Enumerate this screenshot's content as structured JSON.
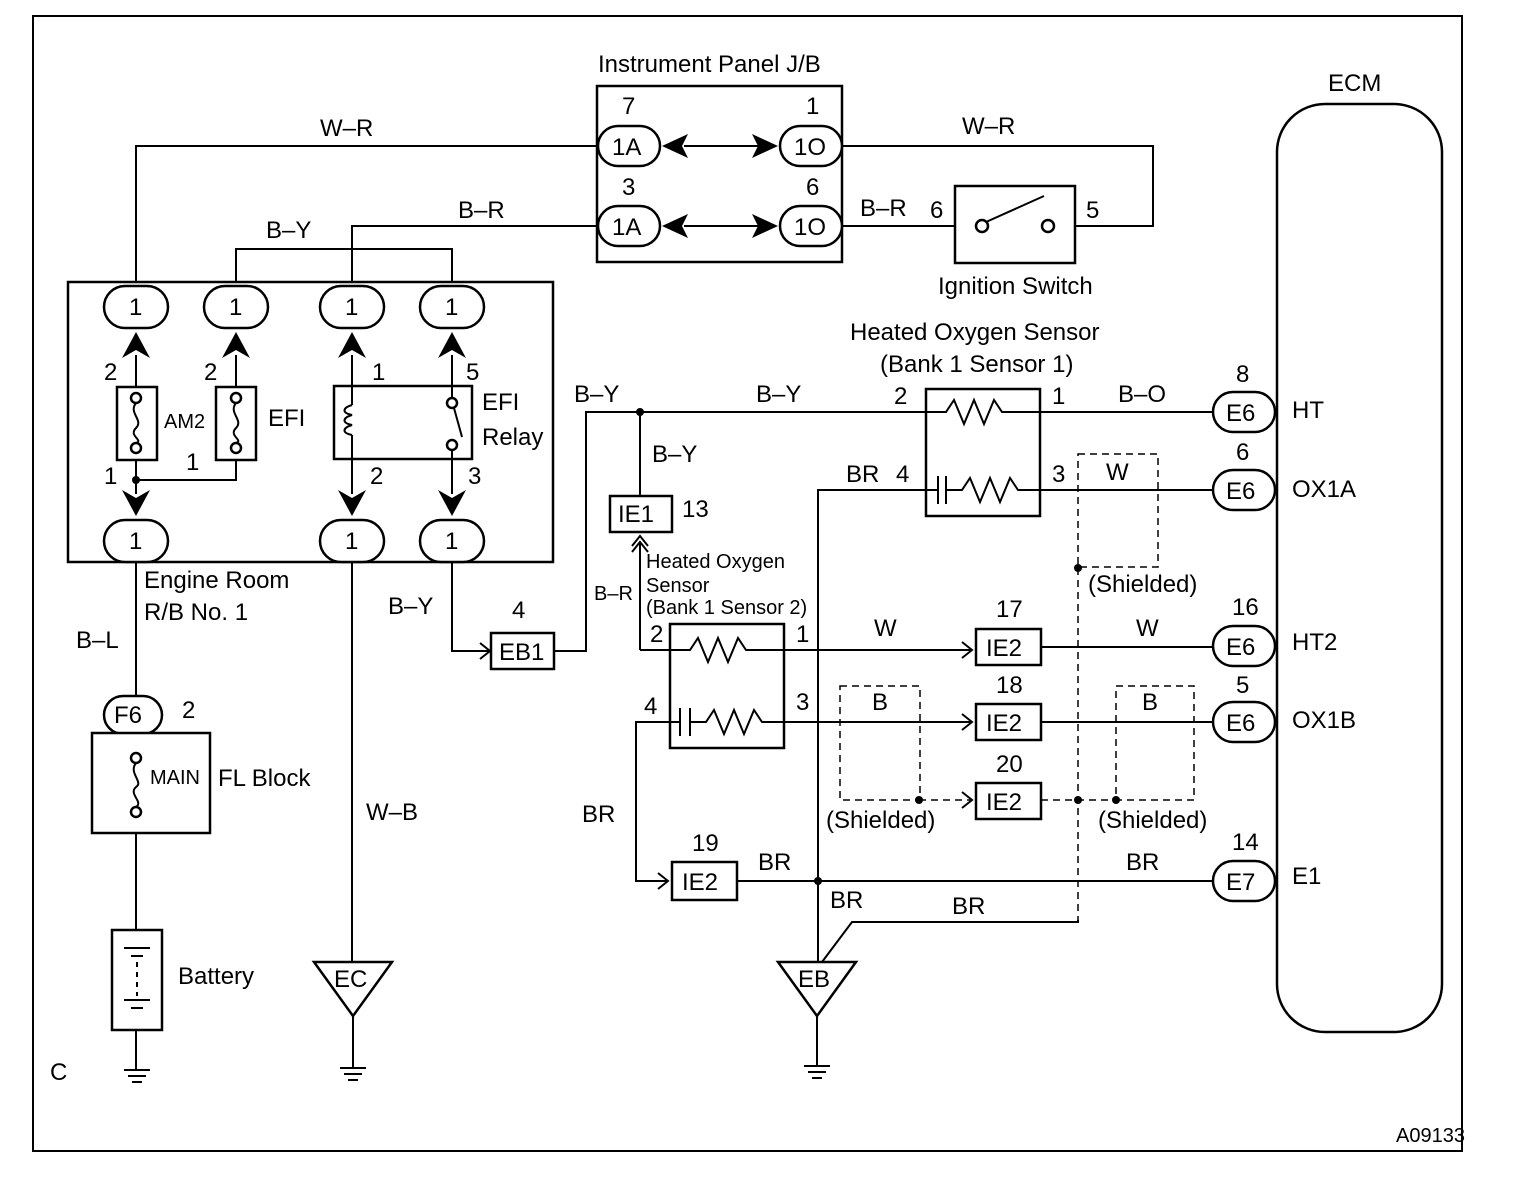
{
  "components": {
    "instrument_panel_jb": "Instrument Panel J/B",
    "ecm": "ECM",
    "ignition_switch": "Ignition Switch",
    "engine_room_rb_line1": "Engine Room",
    "engine_room_rb_line2": "R/B No. 1",
    "fl_block": "FL Block",
    "battery": "Battery",
    "efi_relay_line1": "EFI",
    "efi_relay_line2": "Relay",
    "sensor1_line1": "Heated Oxygen Sensor",
    "sensor1_line2": "(Bank 1 Sensor 1)",
    "sensor2_line1": "Heated Oxygen",
    "sensor2_line2": "Sensor",
    "sensor2_line3": "(Bank 1 Sensor 2)",
    "fuse_am2": "AM2",
    "fuse_efi": "EFI",
    "fuse_main": "MAIN",
    "shielded": "(Shielded)",
    "corner_letter": "C",
    "figure_code": "A09133"
  },
  "connectors": {
    "jb_1a": "1A",
    "jb_1o": "1O",
    "rb": "1",
    "f6": "F6",
    "e6": "E6",
    "e7": "E7",
    "eb1": "EB1",
    "ie1": "IE1",
    "ie2": "IE2",
    "ground_ec": "EC",
    "ground_eb": "EB"
  },
  "pins": {
    "jb_7": "7",
    "jb_1": "1",
    "jb_3": "3",
    "jb_6": "6",
    "ign_6": "6",
    "ign_5": "5",
    "am2_2": "2",
    "am2_1": "1",
    "efi_2": "2",
    "efi_1": "1",
    "relay_1": "1",
    "relay_5": "5",
    "relay_2": "2",
    "relay_3": "3",
    "f6_2": "2",
    "s1_2": "2",
    "s1_1": "1",
    "s1_4": "4",
    "s1_3": "3",
    "s2_2": "2",
    "s2_1": "1",
    "s2_4": "4",
    "s2_3": "3",
    "eb1_4": "4",
    "ie1_13": "13",
    "ie2_17": "17",
    "ie2_18": "18",
    "ie2_20": "20",
    "ie2_19": "19",
    "e6_8": "8",
    "e6_6": "6",
    "e6_16": "16",
    "e6_5": "5",
    "e7_14": "14"
  },
  "wires": {
    "w_r": "W–R",
    "b_r": "B–R",
    "b_y": "B–Y",
    "b_o": "B–O",
    "b_l": "B–L",
    "w_b": "W–B",
    "br": "BR",
    "w": "W",
    "b": "B",
    "b_r_small": "B–R"
  },
  "ecm_terminals": {
    "ht": "HT",
    "ox1a": "OX1A",
    "ht2": "HT2",
    "ox1b": "OX1B",
    "e1": "E1"
  }
}
